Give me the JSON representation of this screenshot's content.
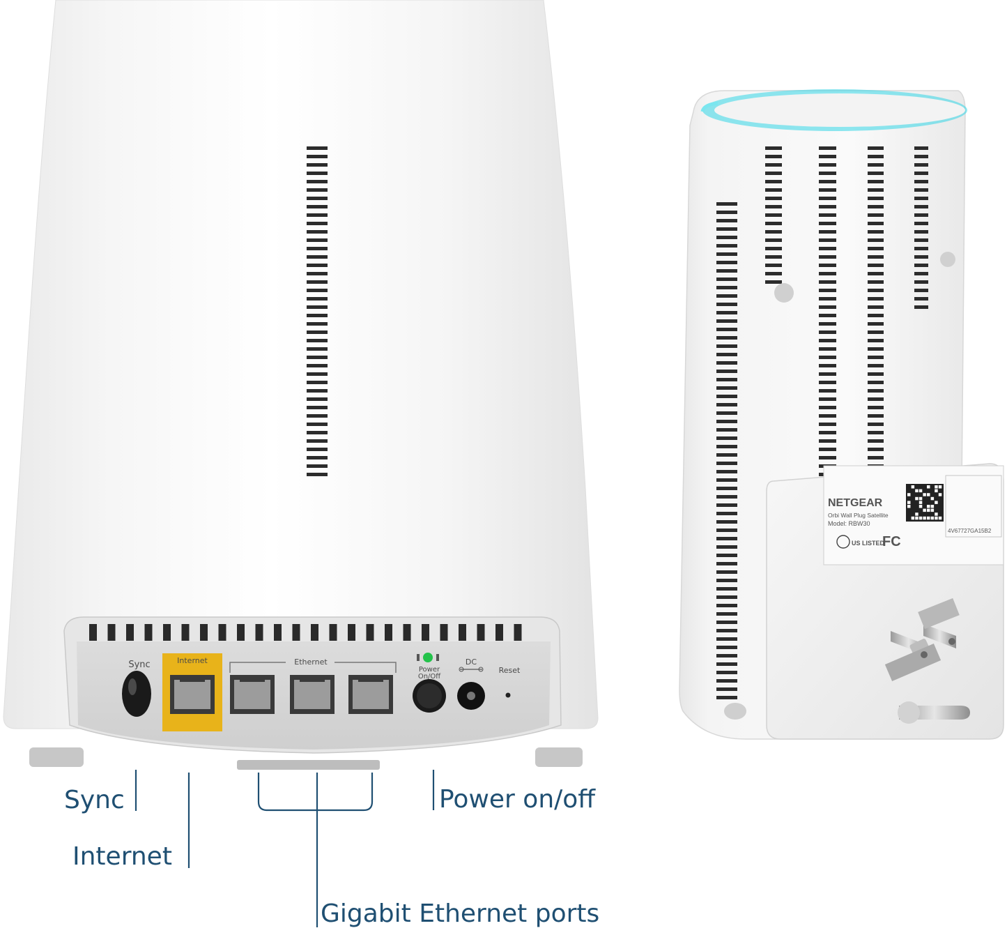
{
  "colors": {
    "callout_text": "#1f4f72",
    "internet_port_highlight": "#e8b31a",
    "power_led": "#23c24a",
    "satellite_glow": "#33d6e6"
  },
  "router": {
    "port_labels": {
      "sync": "Sync",
      "internet": "Internet",
      "ethernet": "Ethernet",
      "power_line1": "Power",
      "power_line2": "On/Off",
      "dc": "DC",
      "reset": "Reset"
    }
  },
  "satellite": {
    "label": {
      "brand": "NETGEAR",
      "product_line": "Orbi Wall Plug Satellite",
      "model": "Model: RBW30",
      "ul_mark": "US LISTED",
      "fc_mark": "FC",
      "serial": "4V67727GA15B2"
    }
  },
  "callouts": {
    "sync": "Sync",
    "internet": "Internet",
    "ethernet_ports": "Gigabit Ethernet ports",
    "power": "Power on/off"
  }
}
